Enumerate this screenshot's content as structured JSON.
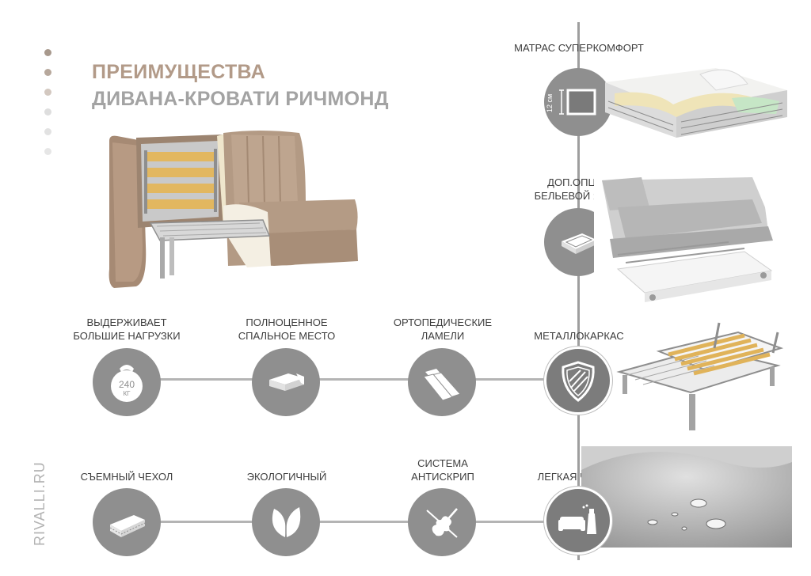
{
  "title": {
    "line1": "ПРЕИМУЩЕСТВА",
    "line2": "ДИВАНА-КРОВАТИ РИЧМОНД"
  },
  "site": "RIVALLI.RU",
  "colors": {
    "title_beige": "#b29a88",
    "title_gray": "#a3a3a3",
    "icon_gray": "#8f8f8f",
    "line_gray": "#b4b4b4"
  },
  "features_right": [
    {
      "label": "МАТРАС СУПЕРКОМФОРТ",
      "icon": "mattress-thickness-icon",
      "dimension": "12 см"
    },
    {
      "label": "ДОП.ОПЦИЯ\nБЕЛЬЕВОЙ ЯЩИК",
      "icon": "linen-box-icon"
    },
    {
      "label": "МЕТАЛЛОКАРКАС",
      "icon": "shield-icon"
    },
    {
      "label": "ЛЕГКАЯ ЧИСТКА",
      "icon": "sofa-spray-icon"
    }
  ],
  "features_row1": [
    {
      "label": "ВЫДЕРЖИВАЕТ\nБОЛЬШИЕ НАГРУЗКИ",
      "icon": "kettlebell-icon",
      "weight_value": "240",
      "weight_unit": "КГ"
    },
    {
      "label": "ПОЛНОЦЕННОЕ\nСПАЛЬНОЕ МЕСТО",
      "icon": "bed-icon"
    },
    {
      "label": "ОРТОПЕДИЧЕСКИЕ\nЛАМЕЛИ",
      "icon": "slats-icon"
    }
  ],
  "features_row2": [
    {
      "label": "СЪЕМНЫЙ ЧЕХОЛ",
      "icon": "cover-icon"
    },
    {
      "label": "ЭКОЛОГИЧНЫЙ",
      "icon": "leaf-icon"
    },
    {
      "label": "СИСТЕМА\nАНТИСКРИП",
      "icon": "no-violin-icon"
    }
  ]
}
